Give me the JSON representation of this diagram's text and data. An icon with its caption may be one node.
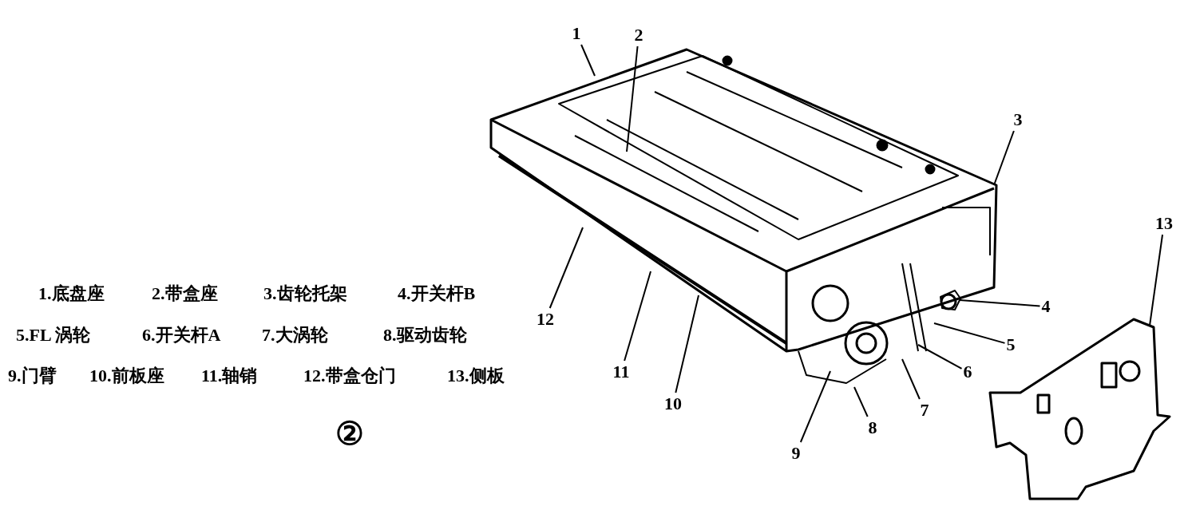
{
  "diagram": {
    "nodes": [
      {
        "text": [
          "1"
        ]
      },
      {
        "text": [
          "2"
        ]
      },
      {
        "text": [
          "3"
        ]
      },
      {
        "text": [
          "4"
        ]
      },
      {
        "text": [
          "5"
        ]
      },
      {
        "text": [
          "6"
        ]
      },
      {
        "text": [
          "7"
        ]
      },
      {
        "text": [
          "8"
        ]
      },
      {
        "text": [
          "9"
        ]
      },
      {
        "text": [
          "10"
        ]
      },
      {
        "text": [
          "11"
        ]
      },
      {
        "text": [
          "12"
        ]
      },
      {
        "text": [
          "13"
        ]
      },
      {
        "text": [],
        "shape": "picture"
      },
      {
        "text": [],
        "shape": "picture"
      }
    ],
    "edges": [
      {
        "from": 0,
        "to": null,
        "arrow": "none"
      },
      {
        "from": 1,
        "to": null,
        "arrow": "none"
      },
      {
        "from": 2,
        "to": null,
        "arrow": "none"
      },
      {
        "from": 3,
        "to": 13,
        "arrow": "none"
      },
      {
        "from": 4,
        "to": null,
        "arrow": "none"
      },
      {
        "from": 5,
        "to": null,
        "arrow": "none"
      },
      {
        "from": 6,
        "to": null,
        "arrow": "none"
      },
      {
        "from": 7,
        "to": null,
        "arrow": "none"
      },
      {
        "from": 8,
        "to": null,
        "arrow": "none"
      },
      {
        "from": 9,
        "to": null,
        "arrow": "none"
      },
      {
        "from": 10,
        "to": null,
        "arrow": "none"
      },
      {
        "from": 11,
        "to": null,
        "arrow": "none"
      },
      {
        "from": 12,
        "to": 14,
        "arrow": "none"
      }
    ],
    "labels": [
      "1.底盘座",
      "2.带盒座",
      "3.齿轮托架",
      "4.开关杆B",
      "5.FL 涡轮",
      "6.开关杆A",
      "7.大涡轮",
      "8.驱动齿轮",
      "9.门臂",
      "10.前板座",
      "11.轴销",
      "12.带盒仓门",
      "13.侧板",
      "②"
    ]
  }
}
